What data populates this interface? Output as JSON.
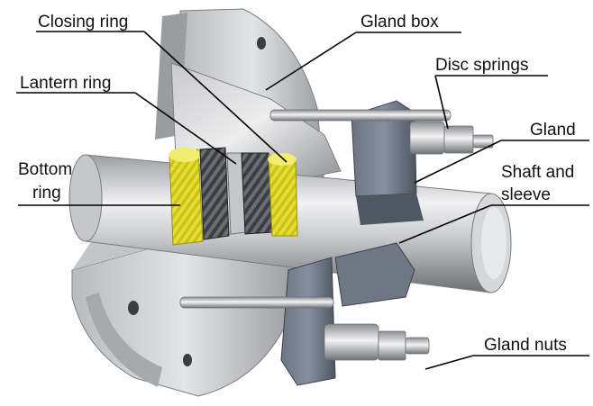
{
  "diagram": {
    "labels": {
      "closing_ring": "Closing ring",
      "lantern_ring": "Lantern ring",
      "bottom_ring_line1": "Bottom",
      "bottom_ring_line2": "ring",
      "gland_box": "Gland box",
      "disc_springs": "Disc springs",
      "gland": "Gland",
      "shaft_line1": "Shaft and",
      "shaft_line2": "sleeve",
      "gland_nuts": "Gland nuts"
    },
    "colors": {
      "packing_yellow": "#e9e23a",
      "packing_dark": "#3a3d40",
      "metal_light": "#d9dadc",
      "metal_dark": "#8a8c90",
      "gland_slate": "#5b6470"
    }
  }
}
